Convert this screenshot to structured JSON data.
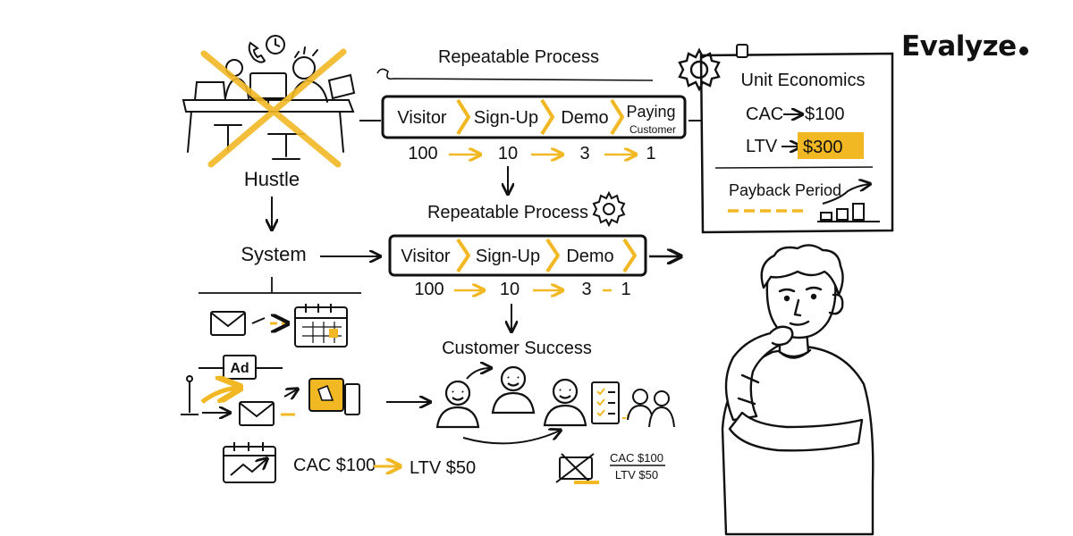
{
  "brand": {
    "name": "Evalyze",
    "accent": "#F2B824"
  },
  "top": {
    "title": "Repeatable Process",
    "stages": [
      "Visitor",
      "Sign-Up",
      "Demo"
    ],
    "paying_1": "Paying",
    "paying_2": "Customer",
    "counts": [
      "100",
      "10",
      "3",
      "1"
    ]
  },
  "hustle": {
    "label": "Hustle"
  },
  "system": {
    "label": "System"
  },
  "middle": {
    "title": "Repeatable Process",
    "stages": [
      "Visitor",
      "Sign-Up",
      "Demo"
    ],
    "counts": [
      "100",
      "10",
      "3",
      "1"
    ]
  },
  "unit_economics": {
    "title": "Unit Economics",
    "cac_label": "CAC",
    "cac_value": "$100",
    "ltv_label": "LTV",
    "ltv_value": "$300",
    "payback_label": "Payback Period"
  },
  "channels": {
    "ad_label": "Ad"
  },
  "bottom_metric": {
    "cac": "CAC $100",
    "ltv": "LTV $50"
  },
  "customer_success": {
    "title": "Customer Success",
    "cac": "CAC $100",
    "ltv": "LTV $50"
  },
  "icons": [
    "gear-icon",
    "envelope-icon",
    "calendar-icon",
    "megaphone-icon",
    "person-icon",
    "checklist-icon",
    "clock-icon",
    "phone-icon"
  ]
}
